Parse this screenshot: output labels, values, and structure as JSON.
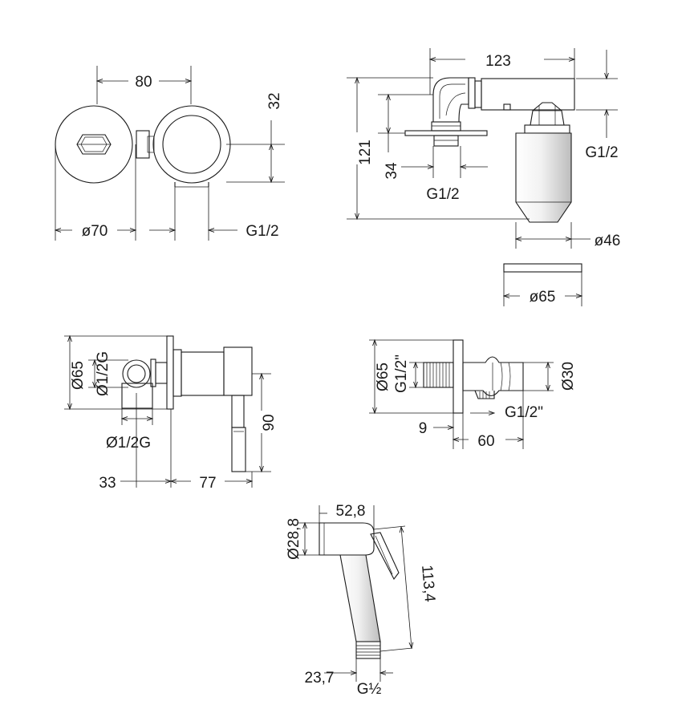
{
  "labels": {
    "v1_width": "80",
    "v1_height": "32",
    "v1_diameter": "ø70",
    "v1_thread": "G1/2",
    "v2_width": "123",
    "v2_thread_right": "G1/2",
    "v2_height": "121",
    "v2_offset": "34",
    "v2_thread_bottom": "G1/2",
    "v2_d46": "ø46",
    "v2_d65": "ø65",
    "v3_d65": "Ø65",
    "v3_thread_vertical": "Ø1/2G",
    "v3_thread_bottom": "Ø1/2G",
    "v3_lever": "90",
    "v3_w33": "33",
    "v3_w77": "77",
    "v4_d65": "Ø65",
    "v4_thread_vertical": "G1/2\"",
    "v4_d30": "Ø30",
    "v4_thread_bottom": "G1/2\"",
    "v4_w9": "9",
    "v4_w60": "60",
    "v5_d28": "Ø28,8",
    "v5_w52": "52,8",
    "v5_len": "113,4",
    "v5_w23": "23,7",
    "v5_thread": "G½"
  }
}
